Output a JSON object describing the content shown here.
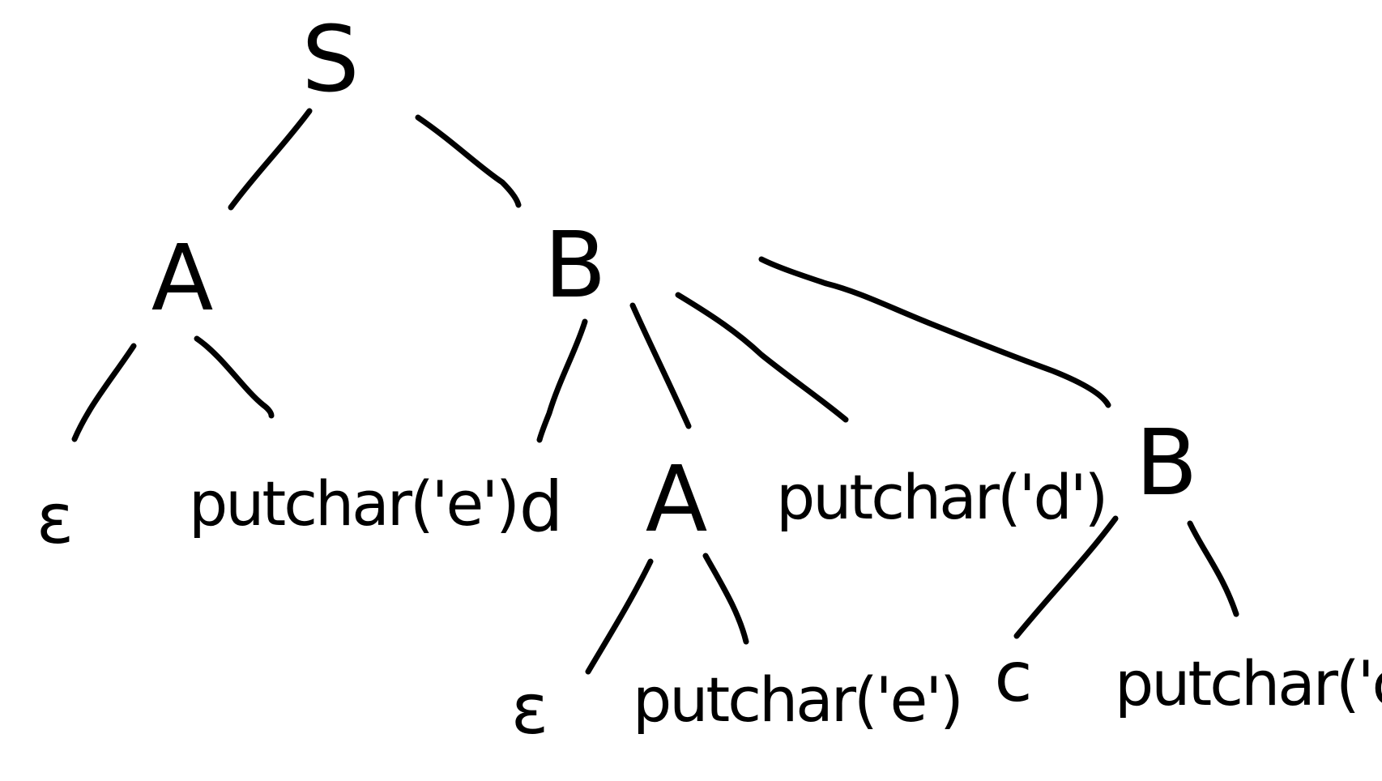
{
  "colors": {
    "ink": "#000000",
    "background": "#ffffff"
  },
  "tree": {
    "root": {
      "label": "S"
    },
    "level1": {
      "left": {
        "label": "A"
      },
      "right": {
        "label": "B"
      }
    },
    "level2": {
      "a_epsilon": {
        "label": "ε"
      },
      "a_putchar": {
        "label": "putchar('e')"
      },
      "b_d": {
        "label": "d"
      },
      "b_a": {
        "label": "A"
      },
      "b_putchar": {
        "label": "putchar('d')"
      },
      "b_b": {
        "label": "B"
      }
    },
    "level3": {
      "a2_epsilon": {
        "label": "ε"
      },
      "a2_putchar": {
        "label": "putchar('e')"
      },
      "b2_c": {
        "label": "c"
      },
      "b2_putchar": {
        "label": "putchar('c')"
      }
    }
  }
}
